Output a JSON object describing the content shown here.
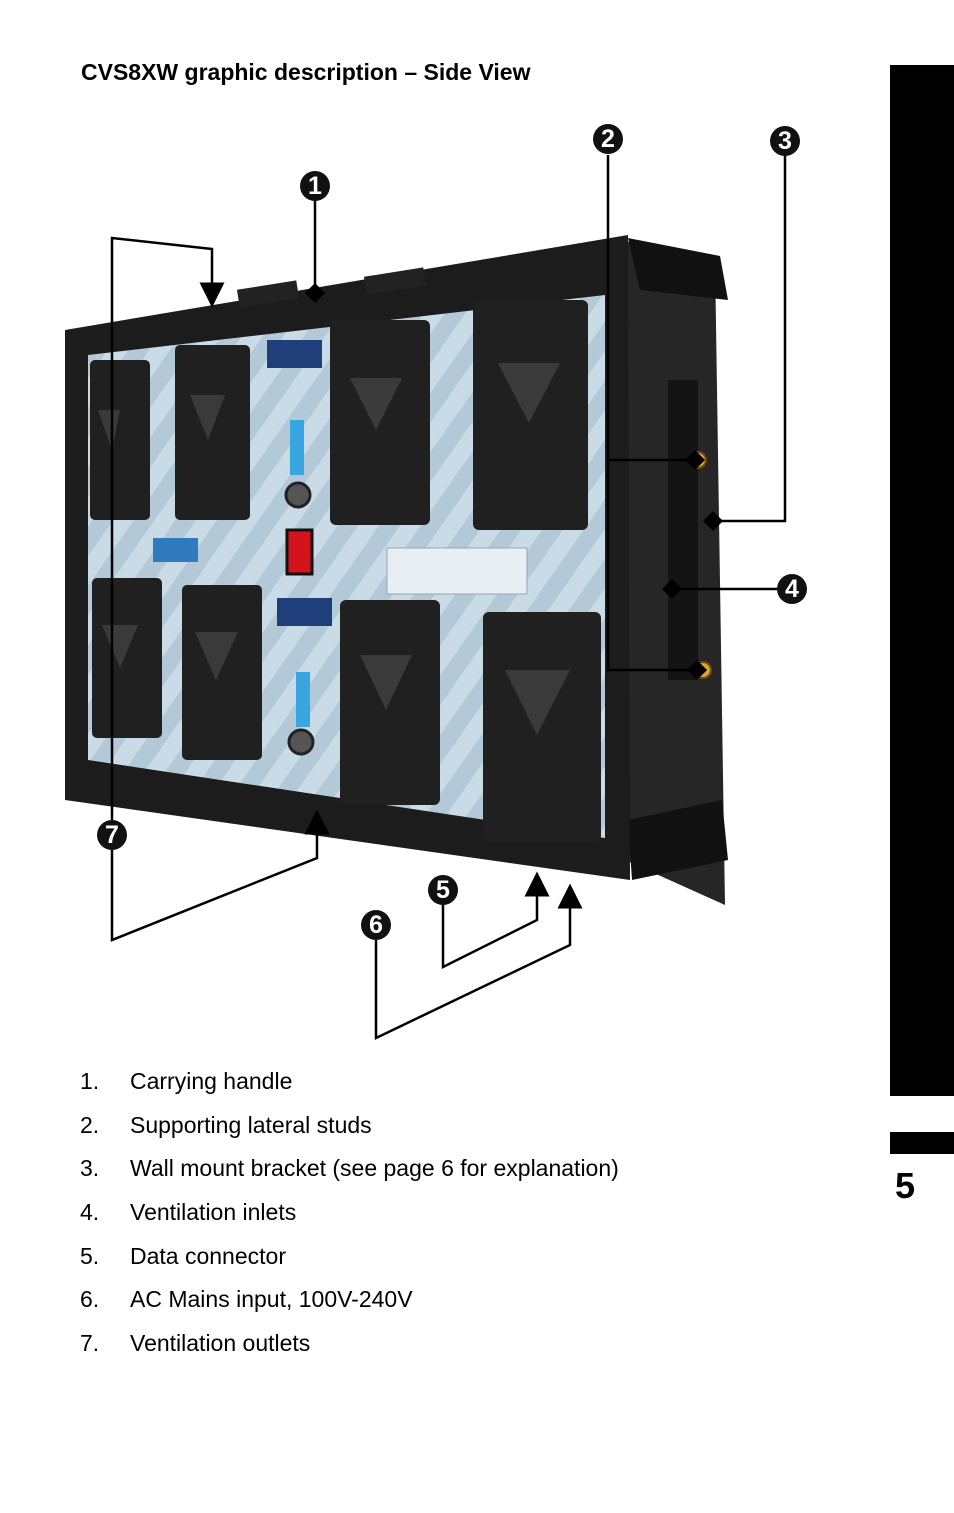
{
  "title": "CVS8XW graphic description – Side View",
  "page_number": "5",
  "callouts": [
    "1",
    "2",
    "3",
    "4",
    "5",
    "6",
    "7"
  ],
  "legend": [
    {
      "num": "1.",
      "text": "Carrying handle"
    },
    {
      "num": "2.",
      "text": "Supporting lateral studs"
    },
    {
      "num": "3.",
      "text": "Wall mount bracket (see page 6 for explanation)"
    },
    {
      "num": "4.",
      "text": "Ventilation inlets"
    },
    {
      "num": "5.",
      "text": "Data connector"
    },
    {
      "num": "6.",
      "text": "AC Mains input, 100V-240V"
    },
    {
      "num": "7.",
      "text": "Ventilation outlets"
    }
  ],
  "colors": {
    "panel": "#c9dbe6",
    "case": "#1c1c1c",
    "plate": "#202020",
    "accent": "#3aa6df",
    "switch": "#d4141b"
  }
}
